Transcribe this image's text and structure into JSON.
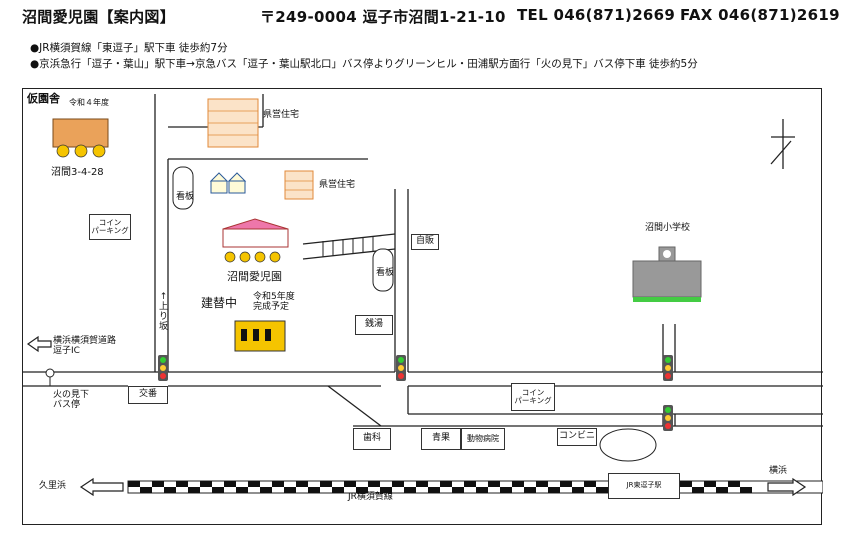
{
  "header": {
    "title": "沼間愛児園【案内図】",
    "address": "〒249-0004 逗子市沼間1-21-10",
    "tel": "TEL 046(871)2669",
    "fax": "FAX 046(871)2619"
  },
  "notes": [
    "●JR横須賀線「東逗子」駅下車 徒歩約7分",
    "●京浜急行「逗子・葉山」駅下車→京急バス「逗子・葉山駅北口」バス停よりグリーンヒル・田浦駅方面行「火の見下」バス停下車 徒歩約5分"
  ],
  "map": {
    "temp_building": "仮園舎",
    "temp_year": "令和４年度",
    "temp_address": "沼間3-4-28",
    "prefectural_housing_1": "県営住宅",
    "prefectural_housing_2": "県営住宅",
    "coin_parking_1": "コイン\nパーキング",
    "coin_parking_2": "コイン\nパーキング",
    "signboard_1": "看板",
    "signboard_2": "看板",
    "vending": "自販",
    "school_name": "沼間愛児園",
    "rebuilding": "建替中",
    "completion": "令和5年度\n完成予定",
    "uphill": "↑\n上\nり\n坂",
    "sento": "銭湯",
    "elementary": "沼間小学校",
    "expressway": "横浜横須賀道路\n逗子IC",
    "bus_stop": "火の見下\nバス停",
    "police_box": "交番",
    "dentist": "歯科",
    "greengrocer": "青果",
    "animal_hospital": "動物病院",
    "convenience": "コンビニ",
    "station": "JR東逗子駅",
    "kurihama": "久里浜",
    "yokohama": "横浜",
    "railway": "JR横須賀線"
  }
}
